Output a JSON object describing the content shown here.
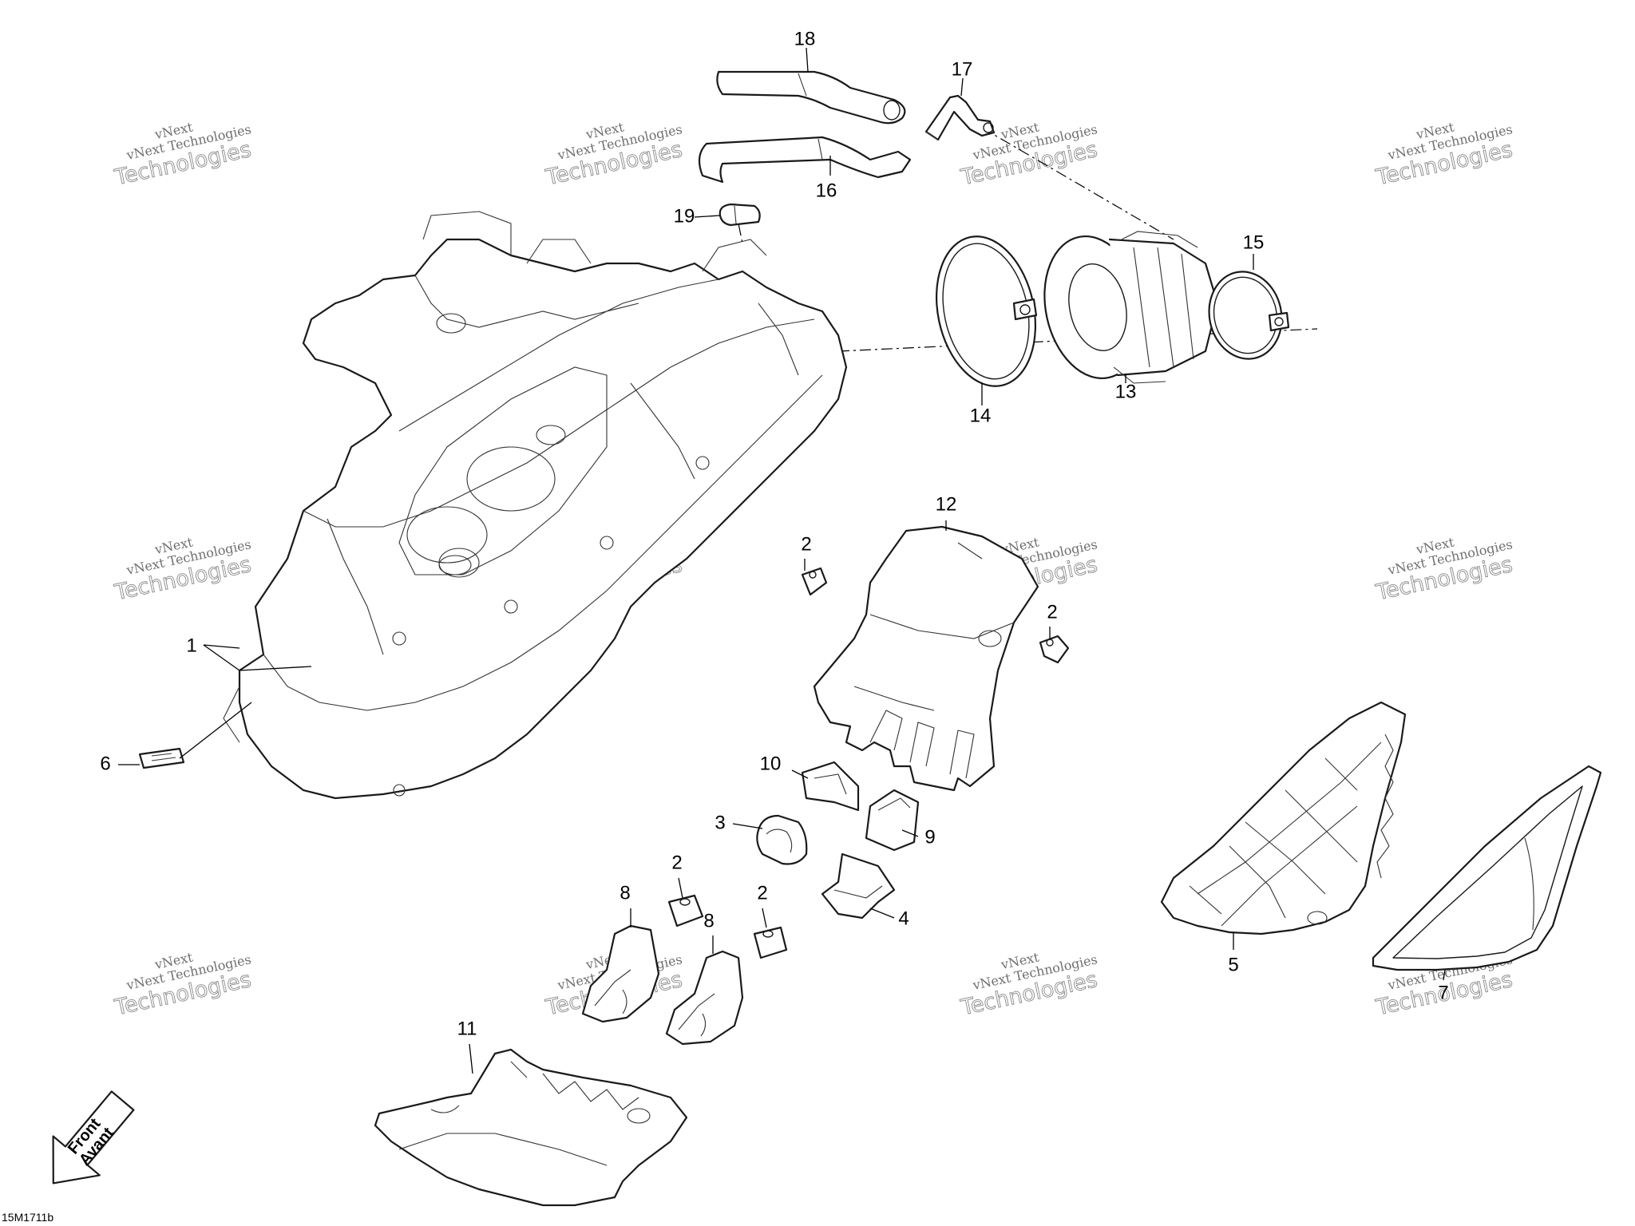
{
  "drawing_ref": "15M1711b",
  "front_arrow": {
    "line1": "Front",
    "line2": "Avant"
  },
  "watermark": {
    "line1": "vNext Technologies",
    "line2": "Technologies",
    "line3": "vNext"
  },
  "callouts": {
    "c1": "1",
    "c2a": "2",
    "c2b": "2",
    "c2c": "2",
    "c2d": "2",
    "c3": "3",
    "c4": "4",
    "c5": "5",
    "c6": "6",
    "c7": "7",
    "c8a": "8",
    "c8b": "8",
    "c9": "9",
    "c10": "10",
    "c11": "11",
    "c12": "12",
    "c13": "13",
    "c14": "14",
    "c15": "15",
    "c16": "16",
    "c17": "17",
    "c18": "18",
    "c19": "19"
  }
}
